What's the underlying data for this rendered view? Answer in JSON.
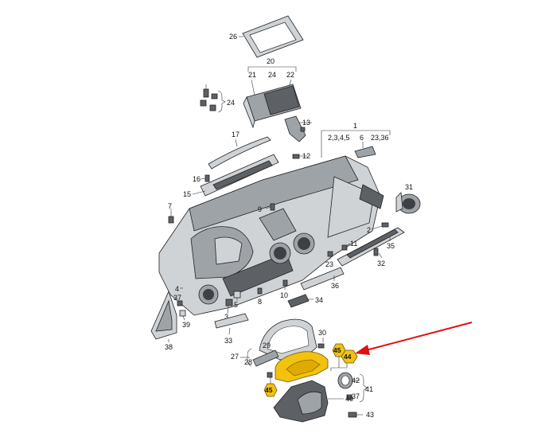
{
  "labels": {
    "l1": "1",
    "l2": "2",
    "l2345": "2,3,4,5",
    "l2336": "23,36",
    "l3": "3",
    "l4": "4",
    "l5": "5",
    "l6": "6",
    "l7": "7",
    "l8": "8",
    "l9": "9",
    "l10": "10",
    "l11": "11",
    "l12": "12",
    "l13": "13",
    "l15": "15",
    "l16": "16",
    "l17": "17",
    "l20": "20",
    "l21": "21",
    "l22": "22",
    "l23": "23",
    "l24a": "24",
    "l24b": "24",
    "l26": "26",
    "l27": "27",
    "l28": "28",
    "l29": "29",
    "l30": "30",
    "l31": "31",
    "l32": "32",
    "l33": "33",
    "l34": "34",
    "l35": "35",
    "l36": "36",
    "l37": "37",
    "l38": "38",
    "l39": "39",
    "l40": "40",
    "l41": "41",
    "l42": "42",
    "l43": "43",
    "l44": "44",
    "l45a": "45",
    "l45b": "45"
  },
  "colors": {
    "highlight": "#f2c20e",
    "arrow": "#e01010",
    "part": "#cfd3d6",
    "dark": "#5d6166"
  }
}
